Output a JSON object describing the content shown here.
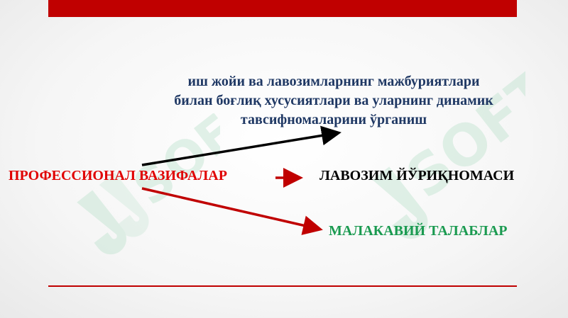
{
  "diagram": {
    "source": "ПРОФЕССИОНАЛ ВАЗИФАЛАР",
    "targets": {
      "top": "иш жойи ва лавозимларнинг мажбуриятлари\nбилан боғлиқ хусусиятлари ва уларнинг динамик\nтавсифномаларини ўрганиш",
      "middle": "ЛАВОЗИМ ЙЎРИҚНОМАСИ",
      "bottom": "МАЛАКАВИЙ ТАЛАБЛАР"
    }
  },
  "watermark": "SOFT",
  "colors": {
    "accent": "#c00000",
    "source_text": "#e00000",
    "top_text": "#1f3864",
    "bottom_text": "#1a9a50",
    "black_arrow": "#000000",
    "red_arrow": "#c00000"
  }
}
